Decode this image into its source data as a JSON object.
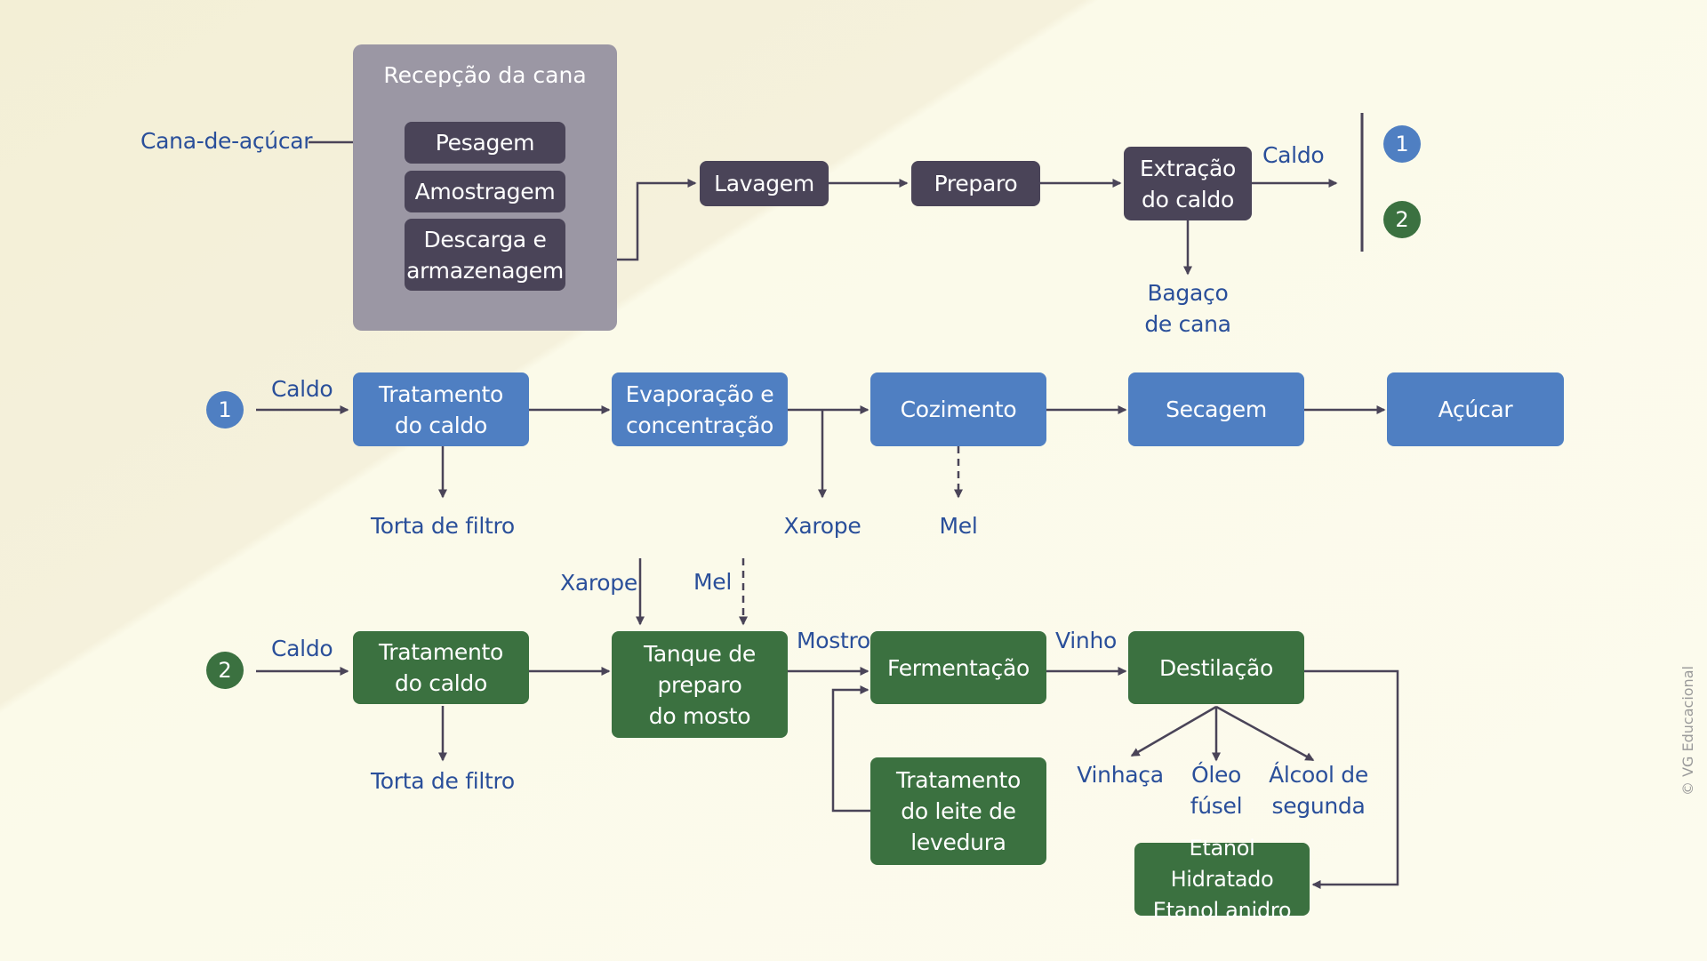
{
  "colors": {
    "dark_box": "#4a4458",
    "panel": "#9b97a4",
    "blue": "#4f7fc2",
    "green": "#3b7140",
    "line": "#4a4458",
    "label_text": "#2a4f9a"
  },
  "top": {
    "panel_title": "Recepção da cana",
    "input_label": "Cana-de-açúcar",
    "pesagem": "Pesagem",
    "amostragem": "Amostragem",
    "descarga": [
      "Descarga e",
      "armazenagem"
    ],
    "lavagem": "Lavagem",
    "preparo": "Preparo",
    "extracao": [
      "Extração",
      "do caldo"
    ],
    "caldo_label": "Caldo",
    "bagaco": [
      "Bagaço",
      "de cana"
    ],
    "marker_1": "1",
    "marker_2": "2"
  },
  "blue_flow": {
    "marker": "1",
    "caldo_label": "Caldo",
    "tratamento": [
      "Tratamento",
      "do caldo"
    ],
    "evaporacao": [
      "Evaporação e",
      "concentração"
    ],
    "cozimento": "Cozimento",
    "secagem": "Secagem",
    "acucar": "Açúcar",
    "torta": "Torta de filtro",
    "xarope": "Xarope",
    "mel": "Mel"
  },
  "green_flow": {
    "marker": "2",
    "caldo_label": "Caldo",
    "tratamento": [
      "Tratamento",
      "do caldo"
    ],
    "torta": "Torta de filtro",
    "xarope_in": "Xarope",
    "mel_in": "Mel",
    "tanque": [
      "Tanque de",
      "preparo",
      "do mosto"
    ],
    "mostro_label": "Mostro",
    "fermentacao": "Fermentação",
    "vinho_label": "Vinho",
    "destilacao": "Destilação",
    "levedura": [
      "Tratamento",
      "do leite de",
      "levedura"
    ],
    "vinhaca": "Vinhaça",
    "oleo": [
      "Óleo",
      "fúsel"
    ],
    "alcool": [
      "Álcool de",
      "segunda"
    ],
    "etanol": [
      "Etanol Hidratado",
      "Etanol anidro"
    ]
  },
  "copyright": "© VG Educacional"
}
